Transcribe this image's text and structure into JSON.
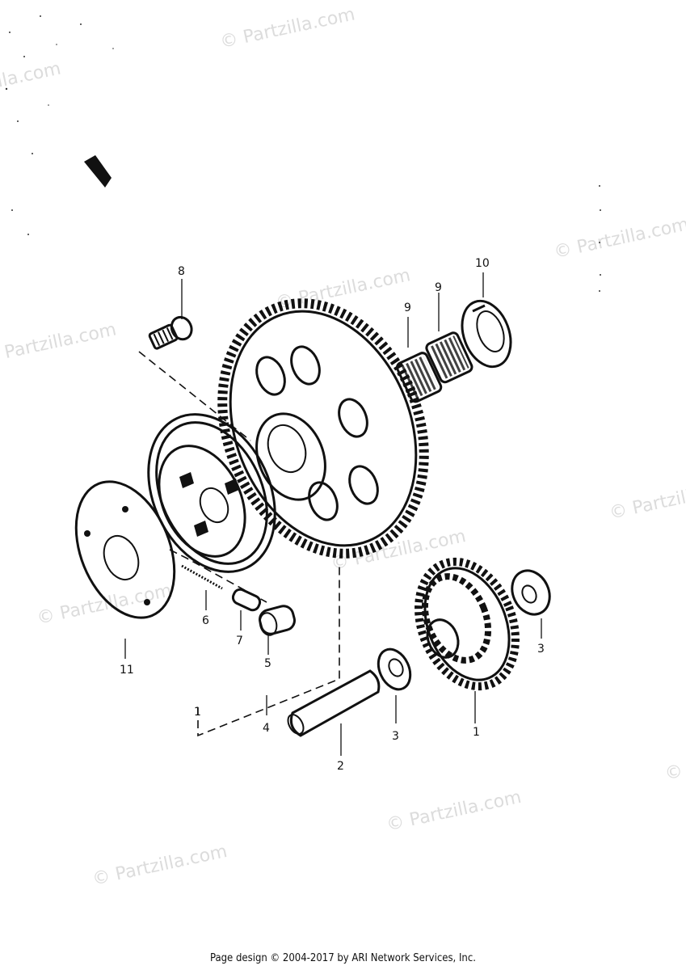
{
  "watermark_text": "© Partzilla.com",
  "callouts": {
    "c1": "1",
    "c1b": "1",
    "c2": "2",
    "c3a": "3",
    "c3b": "3",
    "c4": "4",
    "c5": "5",
    "c6": "6",
    "c7": "7",
    "c8": "8",
    "c9a": "9",
    "c9b": "9",
    "c10": "10",
    "c11": "11"
  },
  "footer": {
    "text": "Page design © 2004-2017 by ARI Network Services, Inc."
  }
}
